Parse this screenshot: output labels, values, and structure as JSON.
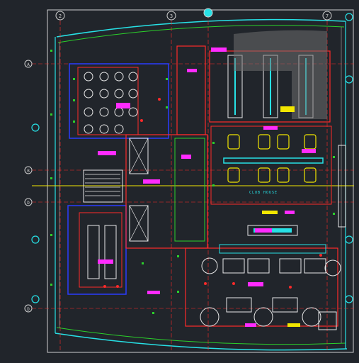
{
  "drawing": {
    "background": "#21252b",
    "colors": {
      "frame": "#d0d0d0",
      "wall": "#ff2a2a",
      "blue": "#2b3cff",
      "cyan": "#27e1e6",
      "green": "#2bd12b",
      "yellow": "#f2e600",
      "magenta": "#ff2bff",
      "white": "#e8e8e8",
      "grey": "#8a8a8a"
    },
    "grid_bubbles": {
      "top": [
        "2",
        "3",
        "",
        "7"
      ],
      "left": [
        "A",
        "B",
        "D",
        "D"
      ]
    },
    "room_label": "CLUB HOUSE"
  }
}
